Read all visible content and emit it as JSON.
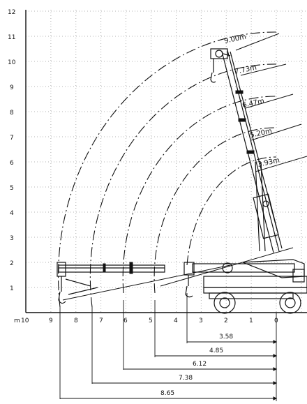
{
  "diagram": {
    "y_axis_labels": [
      "1",
      "2",
      "3",
      "4",
      "5",
      "6",
      "7",
      "8",
      "9",
      "10",
      "11",
      "12"
    ],
    "x_axis_unit": "m",
    "x_axis_labels": [
      "10",
      "9",
      "8",
      "7",
      "6",
      "5",
      "4",
      "3",
      "2",
      "1",
      "0"
    ],
    "boom_lengths": [
      "9.00m",
      "7.73m",
      "6.47m",
      "5.20m",
      "3.93m"
    ],
    "reach_dimensions": [
      "3.58",
      "4.85",
      "6.12",
      "7.38",
      "8.65"
    ]
  },
  "colors": {
    "ink": "#111111",
    "grid": "#9a9a9a",
    "background": "#ffffff"
  }
}
